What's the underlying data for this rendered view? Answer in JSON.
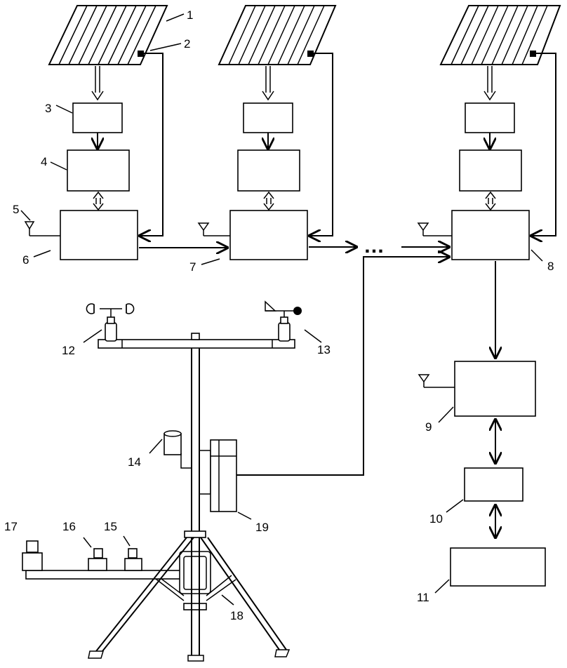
{
  "labels": {
    "l1": "1",
    "l2": "2",
    "l3": "3",
    "l4": "4",
    "l5": "5",
    "l6": "6",
    "l7": "7",
    "l8": "8",
    "l9": "9",
    "l10": "10",
    "l11": "11",
    "l12": "12",
    "l13": "13",
    "l14": "14",
    "l15": "15",
    "l16": "16",
    "l17": "17",
    "l18": "18",
    "l19": "19"
  },
  "ellipsis": "…"
}
